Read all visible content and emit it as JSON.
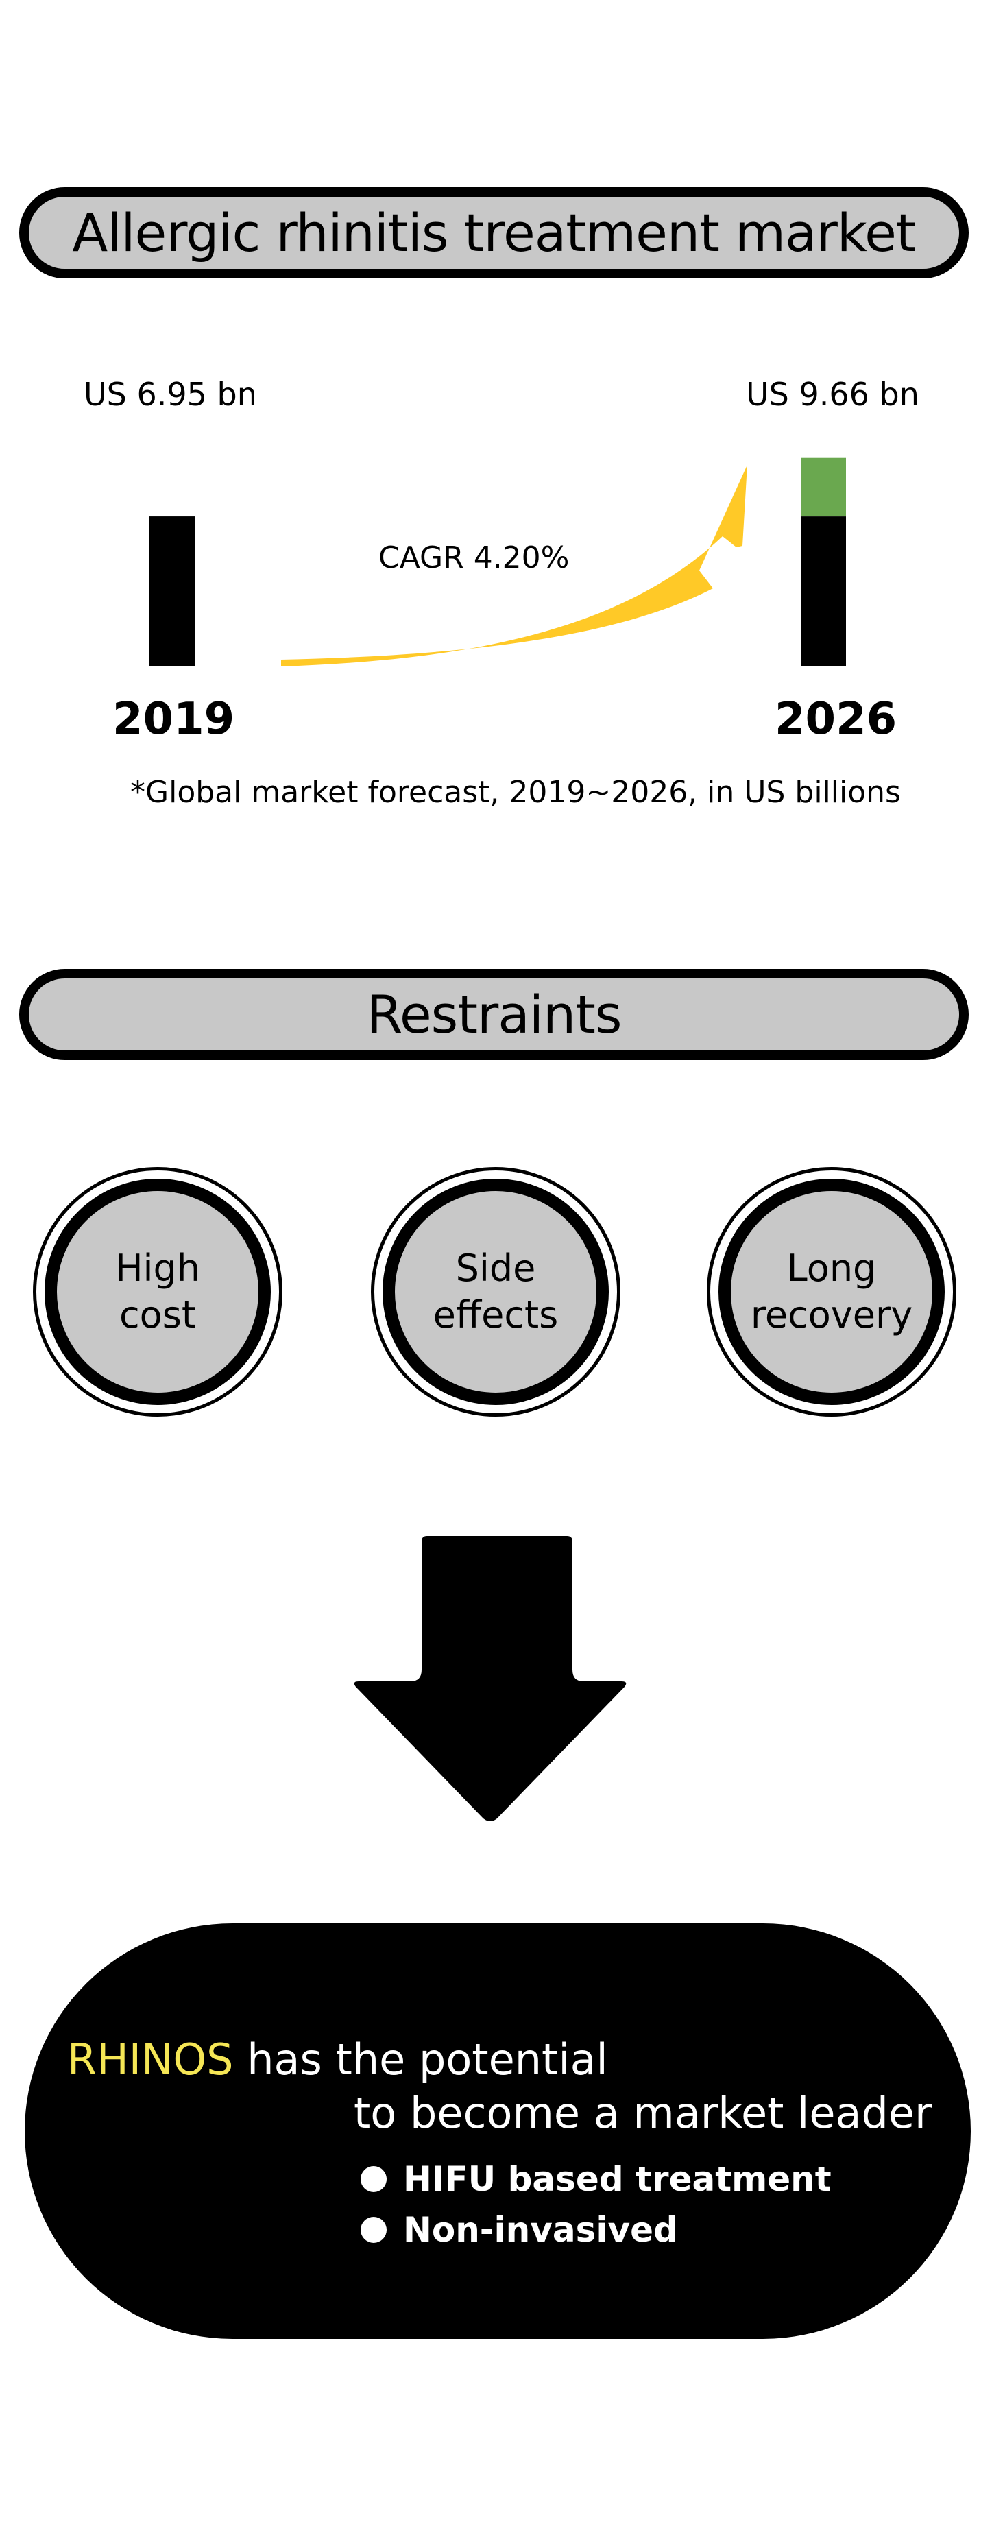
{
  "market_section": {
    "title": "Allergic rhinitis treatment market",
    "cagr_label": "CAGR 4.20%",
    "footnote": "*Global market forecast, 2019~2026, in US billions",
    "bars": [
      {
        "year": "2019",
        "value_label": "US 6.95 bn",
        "value": 6.95
      },
      {
        "year": "2026",
        "value_label": "US 9.66 bn",
        "value": 9.66,
        "base_value": 6.95,
        "growth_value": 2.71
      }
    ],
    "colors": {
      "bar": "#000000",
      "growth": "#6aa84f",
      "arrow": "#ffc927"
    }
  },
  "restraints_section": {
    "title": "Restraints",
    "items": [
      {
        "label": "High\ncost"
      },
      {
        "label": "Side\neffects"
      },
      {
        "label": "Long\nrecovery"
      }
    ]
  },
  "conclusion": {
    "brand": "RHINOS",
    "line1_rest": " has the potential",
    "line2": "to become a market leader",
    "bullets": [
      "HIFU based treatment",
      "Non-invasived"
    ],
    "colors": {
      "brand": "#f5e655",
      "background": "#000000"
    }
  }
}
